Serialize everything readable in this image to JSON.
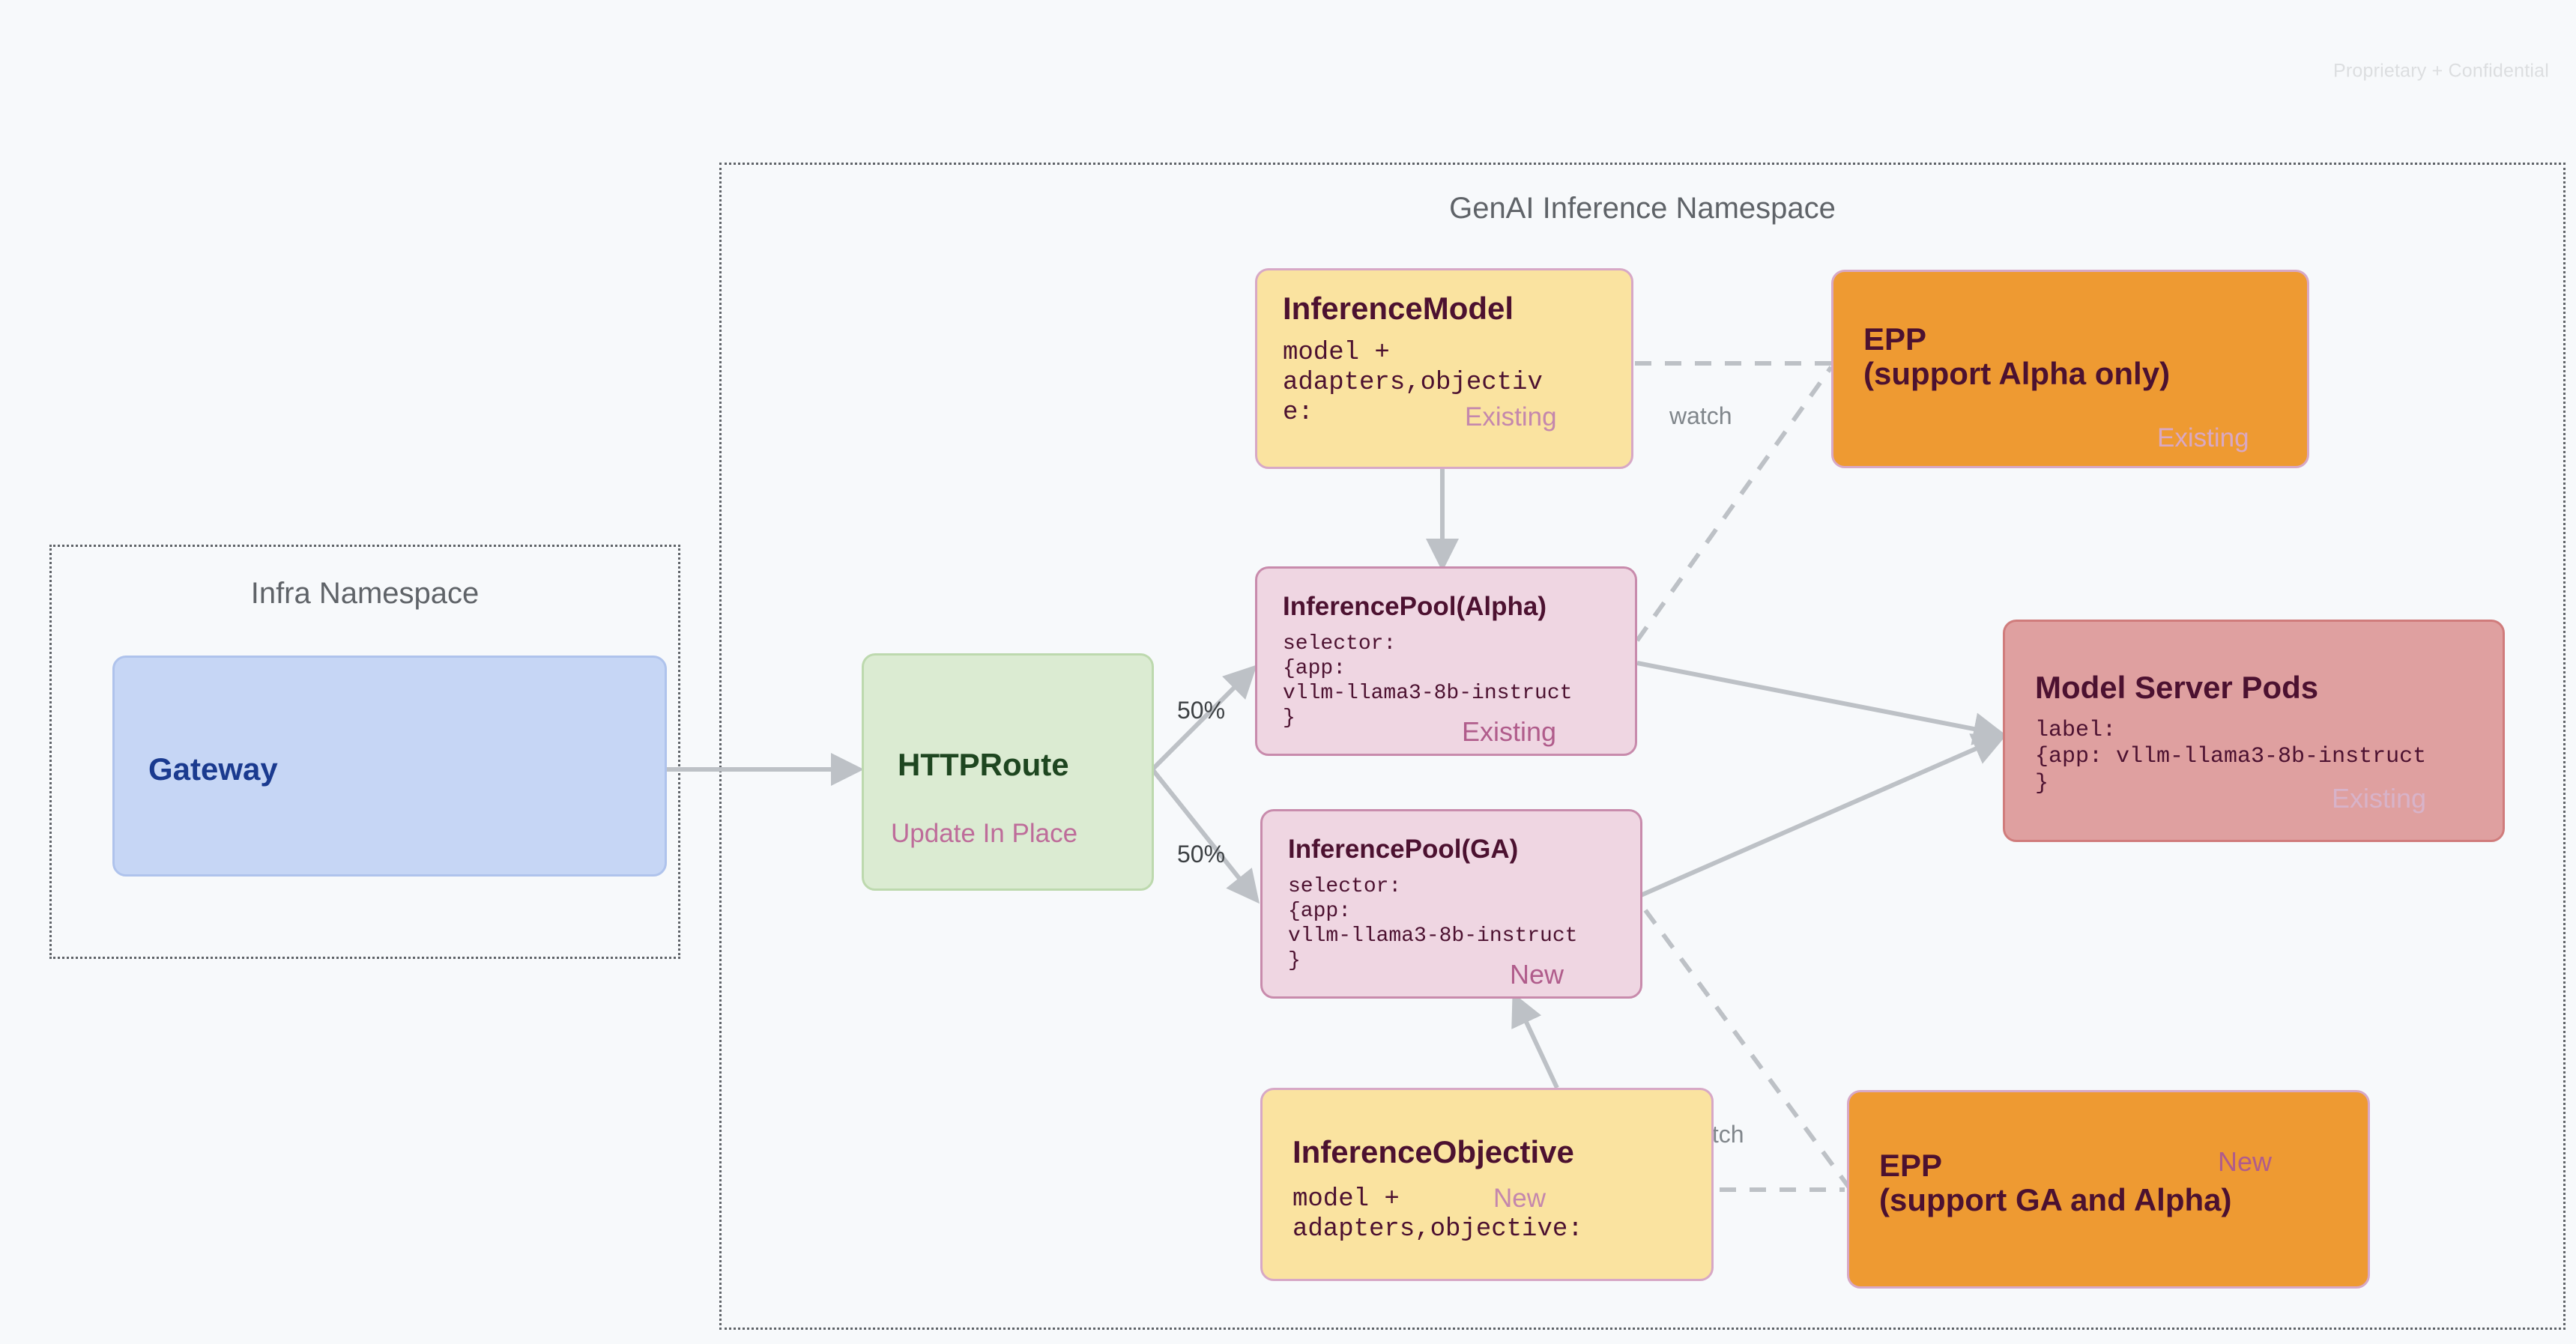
{
  "page": {
    "confidential_notice": "Proprietary + Confidential",
    "background_color": "#F7F9FB"
  },
  "namespaces": [
    {
      "id": "infra",
      "title": "Infra Namespace"
    },
    {
      "id": "genai",
      "title": "GenAI Inference Namespace"
    }
  ],
  "nodes": {
    "gateway": {
      "title": "Gateway",
      "color": "#C6D6F5",
      "text_color": "#1A3A8F"
    },
    "httproute": {
      "title": "HTTPRoute",
      "badge": "Update In Place",
      "color": "#DBEBD2",
      "text_color": "#1E4620",
      "badge_color": "#BE6C9A"
    },
    "inference_model": {
      "title": "InferenceModel",
      "body": "model +\nadapters,objectiv\ne:",
      "badge": "Existing",
      "color": "#FAE3A0",
      "badge_color": "#C487AD"
    },
    "inference_pool_alpha": {
      "title": "InferencePool(Alpha)",
      "body": "selector:\n{app:\nvllm-llama3-8b-instruct\n}",
      "badge": "Existing",
      "color": "#EFD6E2",
      "badge_color": "#B05C8B"
    },
    "inference_pool_ga": {
      "title": "InferencePool(GA)",
      "body": "selector:\n{app:\nvllm-llama3-8b-instruct\n}",
      "badge": "New",
      "color": "#EFD6E2",
      "badge_color": "#B05C8B"
    },
    "inference_objective": {
      "title": "InferenceObjective",
      "body": "model +\nadapters,objective:",
      "badge": "New",
      "color": "#FAE3A0",
      "badge_color": "#C487AD"
    },
    "epp_alpha": {
      "title": "EPP\n(support Alpha only)",
      "badge": "Existing",
      "color": "#EE9A32",
      "badge_color": "#D9A8C4"
    },
    "epp_ga": {
      "title": "EPP\n(support GA and Alpha)",
      "badge": "New",
      "color": "#EE9A32",
      "badge_color": "#B05C8B"
    },
    "model_server_pods": {
      "title": "Model Server Pods",
      "body": "label:\n{app: vllm-llama3-8b-instruct\n}",
      "badge": "Existing",
      "color": "#DFA0A0",
      "badge_color": "#D8B3C9"
    }
  },
  "edges": [
    {
      "id": "gateway-to-httproute",
      "label": ""
    },
    {
      "id": "httproute-to-pool-alpha",
      "label": "50%"
    },
    {
      "id": "httproute-to-pool-ga",
      "label": "50%"
    },
    {
      "id": "inference-model-to-pool-alpha",
      "label": ""
    },
    {
      "id": "inference-model-to-epp-alpha",
      "label": "watch"
    },
    {
      "id": "inference-objective-to-epp-ga",
      "label": "watch"
    },
    {
      "id": "pool-alpha-to-epp-alpha",
      "label": ""
    },
    {
      "id": "pool-ga-to-epp-ga",
      "label": ""
    },
    {
      "id": "pool-alpha-to-model-server-pods",
      "label": ""
    },
    {
      "id": "pool-ga-to-model-server-pods",
      "label": ""
    },
    {
      "id": "inference-objective-to-pool-ga",
      "label": ""
    }
  ],
  "colors": {
    "line": "#BDC1C6",
    "dotted_border": "#5F6368",
    "namespace_title": "#5F6368",
    "confidential": "#DCDEE0"
  }
}
